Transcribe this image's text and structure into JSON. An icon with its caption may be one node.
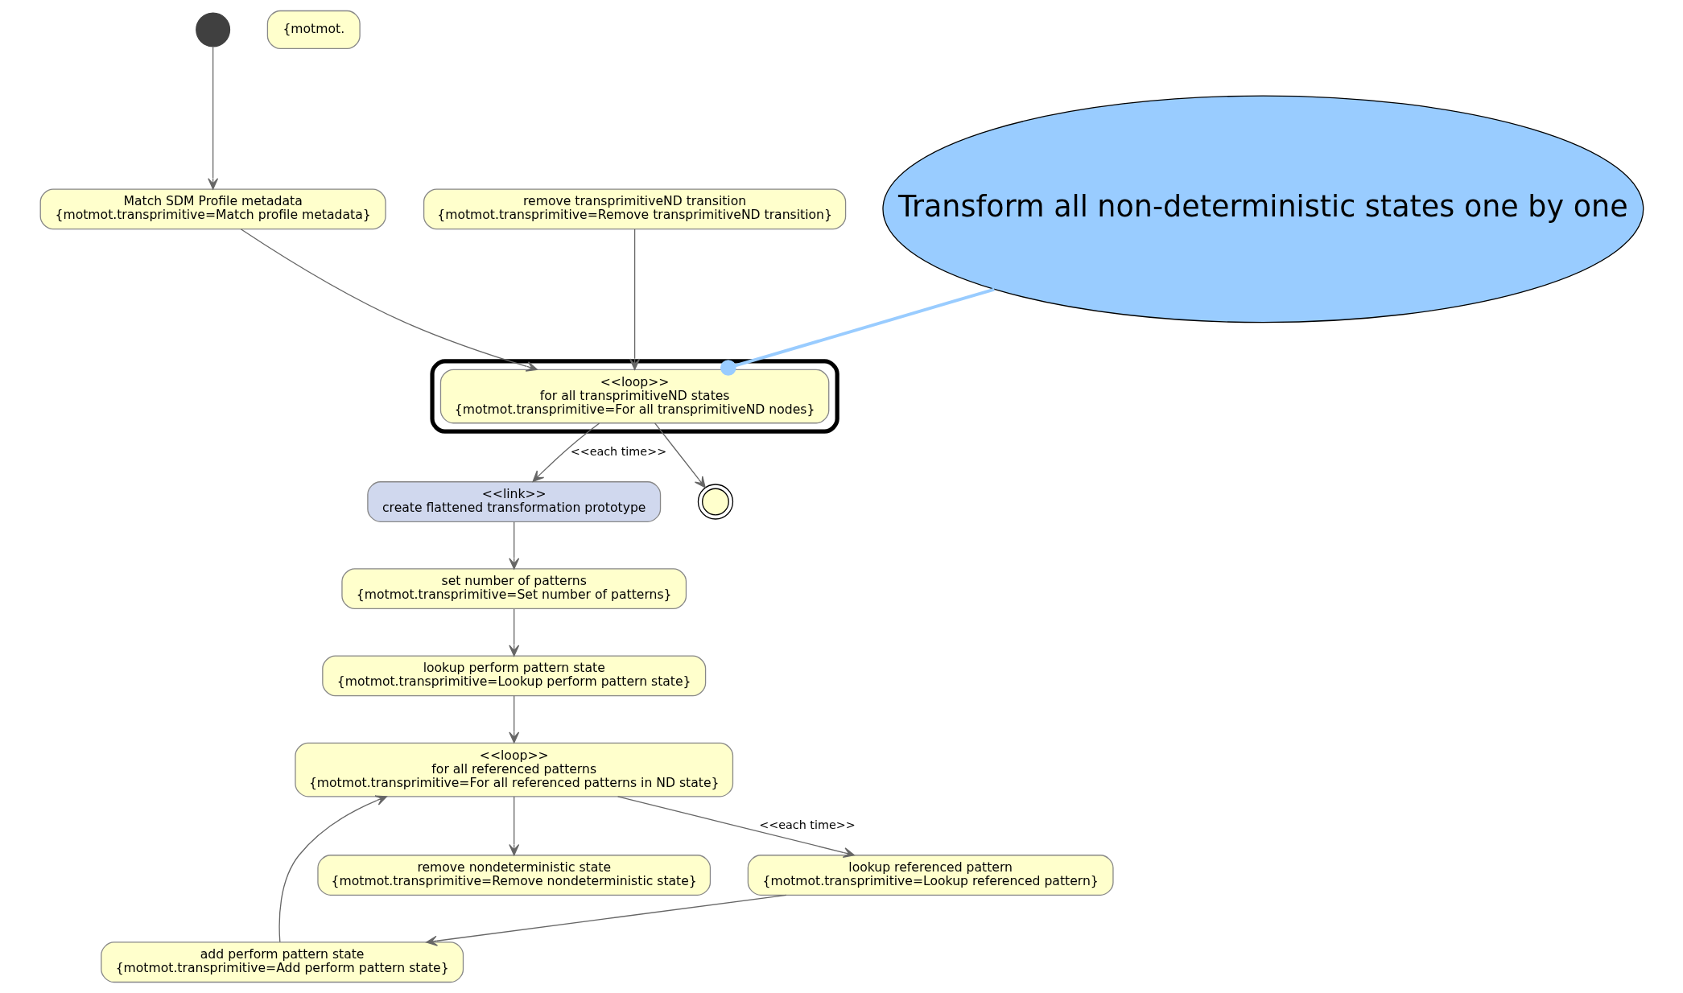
{
  "diagram": {
    "nodes": [
      {
        "text": [],
        "shape": "circle"
      },
      {
        "text": [
          "remove transprimitiveND transition",
          "{motmot.transprimitive=Remove transprimitiveND transition}"
        ]
      },
      {
        "text": [
          "Match SDM Profile metadata",
          "{motmot.transprimitive=Match profile metadata}"
        ]
      },
      {
        "text": [
          "{motmot."
        ]
      },
      {
        "text": [
          "Transform all non-deterministic states one by one"
        ]
      },
      {
        "text": [],
        "shape": "box"
      },
      {
        "text": [
          "<<loop>>",
          "for all transprimitiveND states",
          "{motmot.transprimitive=For all transprimitiveND nodes}"
        ],
        "in": 5
      },
      {
        "text": [
          "remove nondeterministic state",
          "{motmot.transprimitive=Remove nondeterministic state}"
        ]
      },
      {
        "text": [
          "add perform pattern state",
          "{motmot.transprimitive=Add perform pattern state}"
        ]
      },
      {
        "text": [
          "<<link>>",
          "create flattened transformation prototype"
        ]
      },
      {
        "text": [
          "<<loop>>",
          "for all referenced patterns",
          "{motmot.transprimitive=For all referenced patterns in ND state}"
        ]
      },
      {
        "text": [],
        "shape": "circle"
      },
      {
        "text": [
          "set number of patterns",
          "{motmot.transprimitive=Set number of patterns}"
        ]
      },
      {
        "text": [
          "lookup perform pattern state",
          "{motmot.transprimitive=Lookup perform pattern state}"
        ]
      },
      {
        "text": [
          "lookup referenced pattern",
          "{motmot.transprimitive=Lookup referenced pattern}"
        ]
      }
    ],
    "edges": [
      {
        "from": 0,
        "to": 2,
        "arrow": "to"
      },
      {
        "from": 2,
        "to": 6,
        "arrow": "to"
      },
      {
        "from": 1,
        "to": 6,
        "arrow": "to"
      },
      {
        "from": 6,
        "to": 11,
        "arrow": "to"
      },
      {
        "from": 6,
        "to": 9,
        "arrow": "to",
        "label": "<<each time>>"
      },
      {
        "from": 9,
        "to": 12,
        "arrow": "to"
      },
      {
        "from": 12,
        "to": 13,
        "arrow": "to"
      },
      {
        "from": 13,
        "to": 10,
        "arrow": "to"
      },
      {
        "from": 10,
        "to": 14,
        "arrow": "to",
        "label": "<<each time>>"
      },
      {
        "from": 14,
        "to": 8,
        "arrow": "to"
      },
      {
        "from": 8,
        "to": 10,
        "arrow": "to"
      },
      {
        "from": 10,
        "to": 7,
        "arrow": "to"
      },
      {
        "from": 4,
        "to": 6,
        "arrow": "other",
        "color": "#99ccff"
      }
    ]
  }
}
